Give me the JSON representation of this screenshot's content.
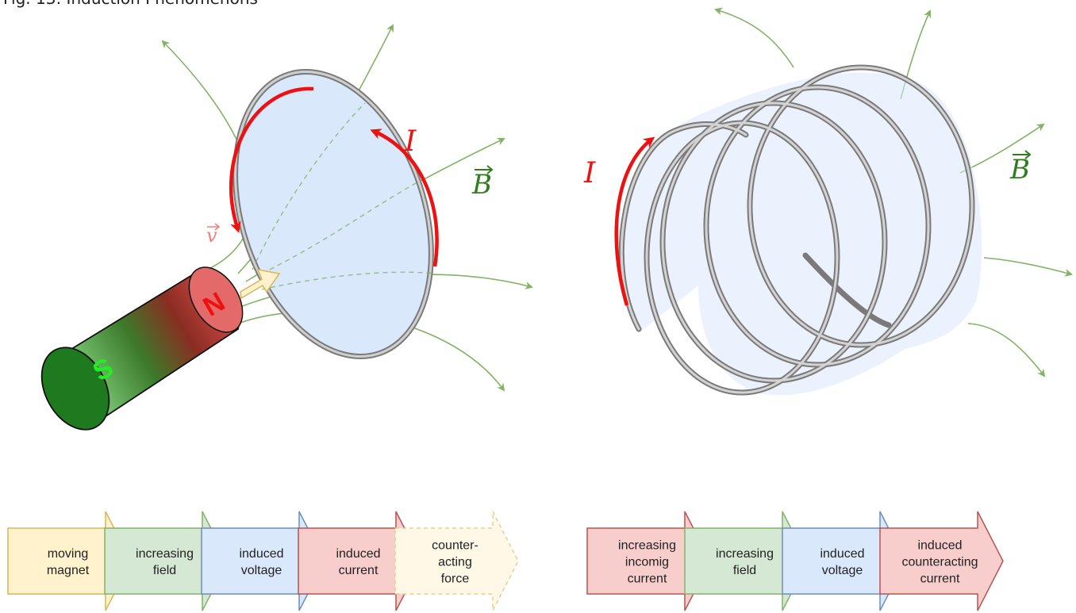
{
  "figure": {
    "title": "Fig. 13: Induction Phenomenons"
  },
  "left_diagram": {
    "current_label": "I",
    "field_label": "B",
    "velocity_label": "v",
    "north_label": "N",
    "south_label": "S"
  },
  "right_diagram": {
    "current_label": "I",
    "field_label": "B"
  },
  "left_flow": [
    {
      "lines": [
        "moving",
        "magnet"
      ],
      "fill": "#fff2cc",
      "stroke": "#d6b656",
      "dashed": false
    },
    {
      "lines": [
        "increasing",
        "field"
      ],
      "fill": "#d5e8d4",
      "stroke": "#82b366",
      "dashed": false
    },
    {
      "lines": [
        "induced",
        "voltage"
      ],
      "fill": "#dae8fc",
      "stroke": "#6c8ebf",
      "dashed": false
    },
    {
      "lines": [
        "induced",
        "current"
      ],
      "fill": "#f8cecc",
      "stroke": "#b85450",
      "dashed": false
    },
    {
      "lines": [
        "counter-",
        "acting",
        "force"
      ],
      "fill": "#fff8e6",
      "stroke": "#e6d08e",
      "dashed": true
    }
  ],
  "right_flow": [
    {
      "lines": [
        "increasing",
        "incomig",
        "current"
      ],
      "fill": "#f8cecc",
      "stroke": "#b85450",
      "dashed": false
    },
    {
      "lines": [
        "increasing",
        "field"
      ],
      "fill": "#d5e8d4",
      "stroke": "#82b366",
      "dashed": false
    },
    {
      "lines": [
        "induced",
        "voltage"
      ],
      "fill": "#dae8fc",
      "stroke": "#6c8ebf",
      "dashed": false
    },
    {
      "lines": [
        "induced",
        "counteracting",
        "current"
      ],
      "fill": "#f8cecc",
      "stroke": "#b85450",
      "dashed": false
    }
  ],
  "colors": {
    "field": "#82b366",
    "field_label": "#2e7d1e",
    "current": "#ee1111",
    "wire": "#7a7a7a",
    "loop_fill": "#dae8fc",
    "velocity_arrow": "#fff2cc",
    "north": "#e46a6a",
    "south": "#1f7a1f"
  },
  "icons": [
    "bar-magnet-icon",
    "wire-loop-icon",
    "coil-icon",
    "flow-arrow-icon"
  ]
}
